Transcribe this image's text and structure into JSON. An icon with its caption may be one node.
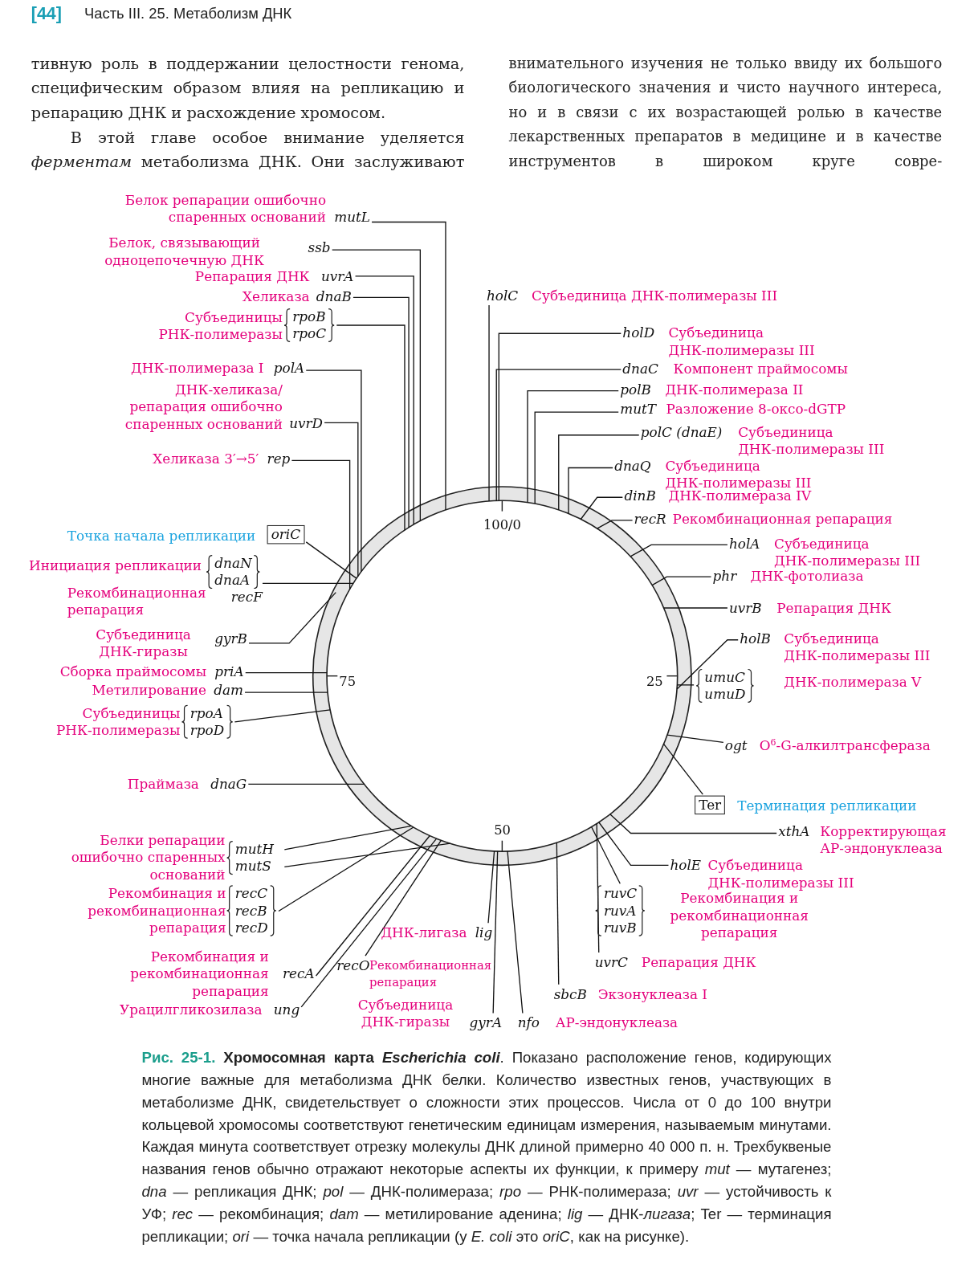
{
  "diagram": {
    "caption": "**Рис. 25-1.** **Хромосомная карта** *Escherichia coli*. Показано расположение генов, кодирующих многие важные для метаболизма ДНК белки. Количество известных генов, участвующих в метаболизме ДНК, свидетельствует о сложности этих процессов. Числа от 0 до 100 внутри кольцевой хромосомы соответствуют генетическим единицам измерения, называемым минутами. Каждая минута соответствует отрезку молекулы ДНК длиной примерно 40 000 п. н. Трехбуквеные названия генов обычно отражают некоторые аспекты их функции, к примеру *mut* — мутагенез; *dna* — репликация ДНК; *pol* — ДНК-полимераза; *rpo* — РНК-полимераза; *uvr* — устойчивость к УФ; *rec* — рекомбинация; *dam* — метилирование аденина; *lig* — ДНК-*лигаза*; Ter — терминация репликации; *ori* — точка начала репликации (у *E. coli* это *oriC*, как на рисунке).",
    "nodes": [
      {
        "text": [
          "mutL"
        ],
        "beside": [
          "Белок репарации ошибочно спаренных оснований"
        ]
      },
      {
        "text": [
          "ssb"
        ],
        "beside": [
          "Белок, связывающий одноцепочечную ДНК"
        ]
      },
      {
        "text": [
          "uvrA"
        ],
        "beside": [
          "Репарация ДНК"
        ]
      },
      {
        "text": [
          "dnaB"
        ],
        "beside": [
          "Хеликаза"
        ]
      },
      {
        "text": [
          "rpoB",
          "rpoC"
        ],
        "beside": [
          "Субъединицы РНК-полимеразы"
        ]
      },
      {
        "text": [
          "polA"
        ],
        "beside": [
          "ДНК-полимераза I"
        ]
      },
      {
        "text": [
          "uvrD"
        ],
        "beside": [
          "ДНК-хеликаза/ репарация ошибочно спаренных оснований"
        ]
      },
      {
        "text": [
          "rep"
        ],
        "beside": [
          "Хеликаза 3′→5′"
        ]
      },
      {
        "text": [
          "oriC"
        ],
        "beside": [
          "Точка начала репликации"
        ]
      },
      {
        "text": [
          "dnaN",
          "dnaA"
        ],
        "beside": [
          "Инициация репликации"
        ]
      },
      {
        "text": [
          "gyrB"
        ],
        "beside": [
          "Субъединица ДНК-гиразы"
        ]
      },
      {
        "text": [
          "priA"
        ],
        "beside": [
          "Сборка праймосомы"
        ]
      },
      {
        "text": [
          "dam"
        ],
        "beside": [
          "Метилирование"
        ]
      },
      {
        "text": [
          "rpoA",
          "rpoD"
        ],
        "beside": [
          "Субъединицы РНК-полимеразы"
        ]
      },
      {
        "text": [
          "dnaG"
        ],
        "beside": [
          "Праймаза"
        ]
      },
      {
        "text": [
          "mutH",
          "mutS"
        ],
        "beside": [
          "Белки репарации ошибочно спаренных оснований"
        ]
      },
      {
        "text": [
          "recC",
          "recB",
          "recD"
        ],
        "beside": [
          "Рекомбинация и рекомбинационная репарация"
        ]
      },
      {
        "text": [
          "recA"
        ],
        "beside": [
          "Рекомбинация и рекомбинационная репарация"
        ]
      },
      {
        "text": [
          "ung"
        ],
        "beside": [
          "Урацилгликозилаза"
        ]
      },
      {
        "text": [
          "recO"
        ],
        "beside": [
          "Рекомбинационная репарация"
        ]
      },
      {
        "text": [
          "lig"
        ],
        "beside": [
          "ДНК-лигаза"
        ]
      },
      {
        "text": [
          "gyrA"
        ],
        "beside": [
          "Субъединица ДНК-гиразы"
        ]
      },
      {
        "text": [
          "nfo"
        ],
        "beside": [
          "АР-эндонуклеаза"
        ]
      },
      {
        "text": [
          "sbcB"
        ],
        "beside": [
          "Экзонуклеаза I"
        ]
      },
      {
        "text": [
          "uvrC"
        ],
        "beside": [
          "Репарация ДНК"
        ]
      },
      {
        "text": [
          "ruvC",
          "ruvA",
          "ruvB"
        ],
        "beside": [
          "Рекомбинация и рекомбинационная репарация"
        ]
      },
      {
        "text": [
          "holE"
        ],
        "beside": [
          "Субъединица ДНК-полимеразы III"
        ]
      },
      {
        "text": [
          "xthA"
        ],
        "beside": [
          "Корректирующая АР-эндонуклеаза"
        ]
      },
      {
        "text": [
          "Ter"
        ],
        "beside": [
          "Терминация репликации"
        ]
      },
      {
        "text": [
          "ogt"
        ],
        "beside": [
          "O$^{6}$-G-алкилтрансфераза"
        ]
      },
      {
        "text": [
          "umuC",
          "umuD"
        ],
        "beside": [
          "ДНК-полимераза V"
        ]
      },
      {
        "text": [
          "holB"
        ],
        "beside": [
          "Субъединица ДНК-полимеразы III"
        ]
      },
      {
        "text": [
          "uvrB"
        ],
        "beside": [
          "Репарация ДНК"
        ]
      },
      {
        "text": [
          "phr"
        ],
        "beside": [
          "ДНК-фотолиаза"
        ]
      },
      {
        "text": [
          "holA"
        ],
        "beside": [
          "Субъединица ДНК-полимеразы III"
        ]
      },
      {
        "text": [
          "recR"
        ],
        "beside": [
          "Рекомбинационная репарация"
        ]
      },
      {
        "text": [
          "dinB"
        ],
        "beside": [
          "ДНК-полимераза IV"
        ]
      },
      {
        "text": [
          "dnaQ"
        ],
        "beside": [
          "Субъединица ДНК-полимеразы III"
        ]
      },
      {
        "text": [
          "polC (dnaE)"
        ],
        "beside": [
          "Субъединица ДНК-полимеразы III"
        ]
      },
      {
        "text": [
          "mutT"
        ],
        "beside": [
          "Разложение 8-оксо-dGTP"
        ]
      },
      {
        "text": [
          "polB"
        ],
        "beside": [
          "ДНК-полимераза II"
        ]
      },
      {
        "text": [
          "dnaC"
        ],
        "beside": [
          "Компонент праймосомы"
        ]
      },
      {
        "text": [
          "holD"
        ],
        "beside": [
          "Субъединица ДНК-полимеразы III"
        ]
      },
      {
        "text": [
          "holC"
        ],
        "beside": [
          "Субъединица ДНК-полимеразы III"
        ]
      }
    ],
    "edges": [
      {
        "from": 0,
        "to": null,
        "arrow": "none"
      },
      {
        "from": 1,
        "to": null,
        "arrow": "none"
      },
      {
        "from": 2,
        "to": null,
        "arrow": "none"
      },
      {
        "from": 3,
        "to": null,
        "arrow": "none"
      },
      {
        "from": 4,
        "to": null,
        "arrow": "none"
      },
      {
        "from": 5,
        "to": null,
        "arrow": "none"
      },
      {
        "from": 6,
        "to": null,
        "arrow": "none"
      },
      {
        "from": 7,
        "to": null,
        "arrow": "none"
      },
      {
        "from": 8,
        "to": null,
        "arrow": "none"
      },
      {
        "from": 9,
        "to": null,
        "arrow": "none"
      },
      {
        "from": 10,
        "to": null,
        "arrow": "none"
      },
      {
        "from": 11,
        "to": null,
        "arrow": "none"
      },
      {
        "from": 12,
        "to": null,
        "arrow": "none"
      },
      {
        "from": 13,
        "to": null,
        "arrow": "none"
      },
      {
        "from": 14,
        "to": null,
        "arrow": "none"
      },
      {
        "from": 15,
        "to": null,
        "arrow": "none"
      },
      {
        "from": 15,
        "to": null,
        "arrow": "none"
      },
      {
        "from": 16,
        "to": null,
        "arrow": "none"
      },
      {
        "from": 17,
        "to": null,
        "arrow": "none"
      },
      {
        "from": 18,
        "to": null,
        "arrow": "none"
      },
      {
        "from": 19,
        "to": null,
        "arrow": "none"
      },
      {
        "from": 20,
        "to": null,
        "arrow": "none"
      },
      {
        "from": 21,
        "to": null,
        "arrow": "none"
      },
      {
        "from": 22,
        "to": null,
        "arrow": "none"
      },
      {
        "from": 23,
        "to": null,
        "arrow": "none"
      },
      {
        "from": 24,
        "to": null,
        "arrow": "none"
      },
      {
        "from": 25,
        "to": null,
        "arrow": "none"
      },
      {
        "from": 26,
        "to": null,
        "arrow": "none"
      },
      {
        "from": 27,
        "to": null,
        "arrow": "none"
      },
      {
        "from": 28,
        "to": null,
        "arrow": "none"
      },
      {
        "from": 29,
        "to": null,
        "arrow": "none"
      },
      {
        "from": 30,
        "to": null,
        "arrow": "none"
      },
      {
        "from": 31,
        "to": null,
        "arrow": "none"
      },
      {
        "from": 32,
        "to": null,
        "arrow": "none"
      },
      {
        "from": 33,
        "to": null,
        "arrow": "none"
      },
      {
        "from": 34,
        "to": null,
        "arrow": "none"
      },
      {
        "from": 35,
        "to": null,
        "arrow": "none"
      },
      {
        "from": 36,
        "to": null,
        "arrow": "none"
      },
      {
        "from": 37,
        "to": null,
        "arrow": "none"
      },
      {
        "from": 38,
        "to": null,
        "arrow": "none"
      },
      {
        "from": 39,
        "to": null,
        "arrow": "none"
      },
      {
        "from": 40,
        "to": null,
        "arrow": "none"
      },
      {
        "from": 41,
        "to": null,
        "arrow": "none"
      },
      {
        "from": 42,
        "to": null,
        "arrow": "none"
      },
      {
        "from": 43,
        "to": null,
        "arrow": "none"
      }
    ],
    "labels": [
      "[44]",
      "Часть III. 25. Метаболизм ДНК",
      "тивную роль в поддержании целостности генома, специфическим образом влияя на репликацию и репарацию ДНК и расхождение хромосом.",
      "В этой главе особое внимание уделяется *ферментам* метаболизма ДНК. Они заслуживают",
      "внимательного изучения не только ввиду их большого биологического значения и чисто научного интереса, но и в связи с их возрастающей ролью в качестве лекарственных препаратов в медицине и в качестве инструментов в широком круге совре-",
      "100/0",
      "Рекомбинационная репарация",
      "recF",
      "75",
      "25",
      "50"
    ]
  }
}
